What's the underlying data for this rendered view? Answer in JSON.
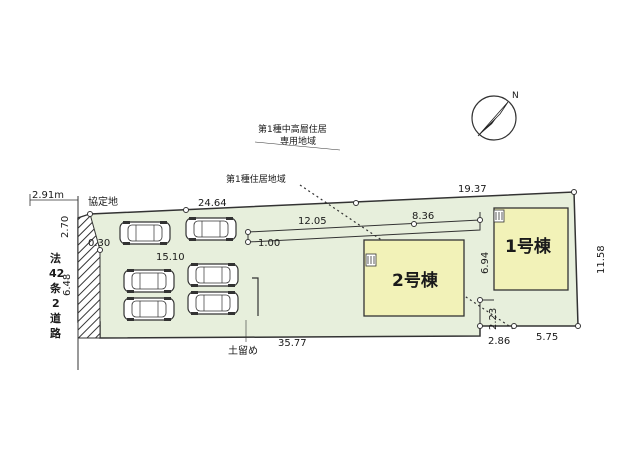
{
  "zones": {
    "upper": "第1種中高層住居\n専用地域",
    "lower": "第1種住居地域"
  },
  "labels": {
    "agreement_land": "協定地",
    "retaining": "土留め"
  },
  "road": {
    "width": "2.91m",
    "text": [
      "法",
      "42",
      "条",
      "2",
      "道",
      "路"
    ]
  },
  "buildings": [
    {
      "name": "1号棟"
    },
    {
      "name": "2号棟"
    }
  ],
  "dimensions": {
    "d_2_70": "2.70",
    "d_0_30": "0.30",
    "d_6_48": "6.48",
    "d_24_64": "24.64",
    "d_19_37": "19.37",
    "d_12_05": "12.05",
    "d_8_36": "8.36",
    "d_1_00": "1.00",
    "d_15_10": "15.10",
    "d_6_94": "6.94",
    "d_11_58": "11.58",
    "d_2_23": "2.23",
    "d_35_77": "35.77",
    "d_2_86": "2.86",
    "d_5_75": "5.75"
  },
  "colors": {
    "lot": "#e7efdc",
    "building": "#f2f2b8",
    "hatch": "#333333"
  },
  "icons": [
    "north-arrow-icon",
    "car-icon",
    "meter-box-icon"
  ]
}
